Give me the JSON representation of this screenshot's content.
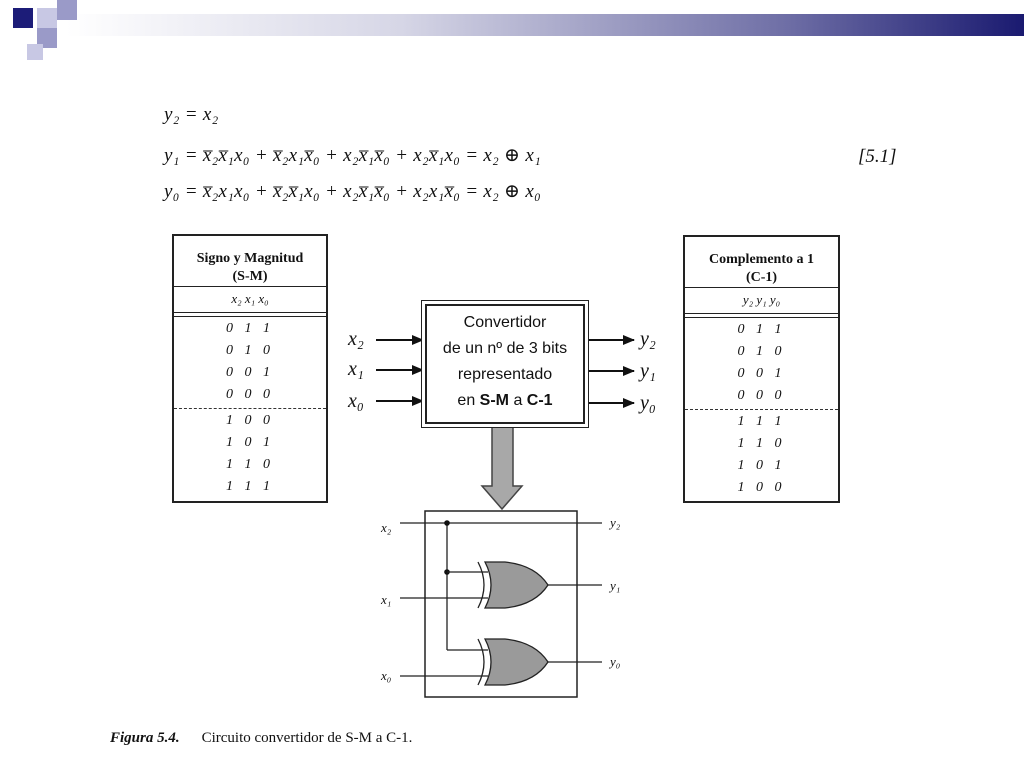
{
  "equations": {
    "y2": "y₂ = x₂",
    "y1": "y₁ = x̅₂x̅₁x₀ + x̅₂x₁x̅₀ + x₂x̅₁x̅₀ + x₂x̅₁x₀ = x₂ ⊕ x₁",
    "y0": "y₀ = x̅₂x₁x₀ + x̅₂x̅₁x₀ + x₂x̅₁x̅₀ + x₂x₁x̅₀ = x₂ ⊕ x₀",
    "label": "[5.1]"
  },
  "table_sm": {
    "title_line1": "Signo y Magnitud",
    "title_line2": "(S-M)",
    "columns": "x₂  x₁  x₀",
    "rows": [
      "0 1 1",
      "0 1 0",
      "0 0 1",
      "0 0 0",
      "1 0 0",
      "1 0 1",
      "1 1 0",
      "1 1 1"
    ]
  },
  "table_c1": {
    "title_line1": "Complemento a 1",
    "title_line2": "(C-1)",
    "columns": "y₂ y₁ y₀",
    "rows": [
      "0 1 1",
      "0 1 0",
      "0 0 1",
      "0 0 0",
      "1 1 1",
      "1 1 0",
      "1 0 1",
      "1 0 0"
    ]
  },
  "converter": {
    "line1": "Convertidor",
    "line2": "de un nº de 3 bits",
    "line3": "representado",
    "line4_pre": "en ",
    "line4_bold1": "S-M",
    "line4_mid": " a ",
    "line4_bold2": "C-1"
  },
  "inputs": [
    "x₂",
    "x₁",
    "x₀"
  ],
  "outputs": [
    "y₂",
    "y₁",
    "y₀"
  ],
  "circuit": {
    "inputs": [
      "x₂",
      "x₁",
      "x₀"
    ],
    "outputs": [
      "y₂",
      "y₁",
      "y₀"
    ]
  },
  "caption": {
    "label": "Figura 5.4.",
    "text": "Circuito convertidor de S-M a C-1."
  },
  "colors": {
    "header_dark": "#1a1a70",
    "square_dark": "#1c1c78",
    "square_light": "#9a9ac8",
    "gate_fill": "#9a9a9a",
    "line": "#222222"
  }
}
